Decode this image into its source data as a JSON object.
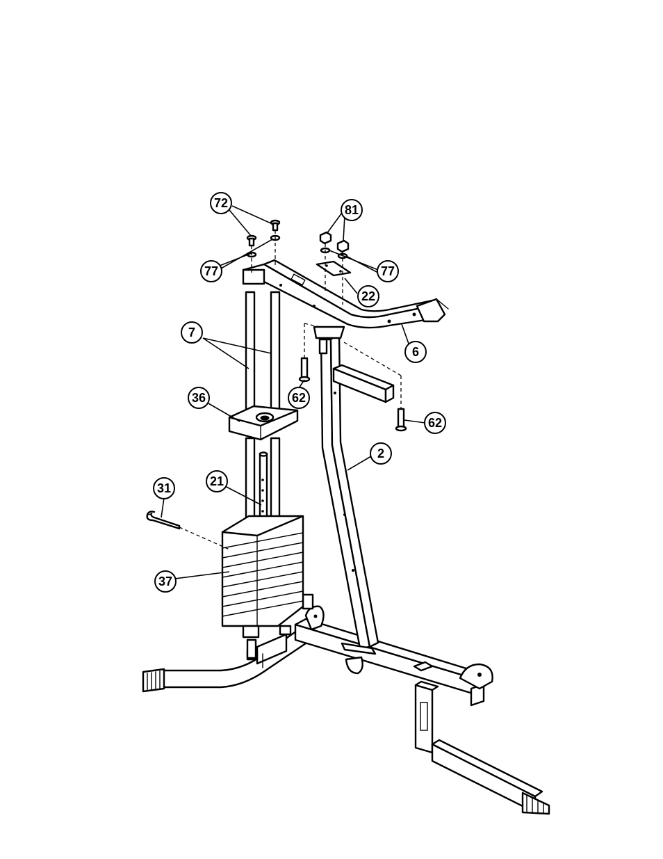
{
  "diagram": {
    "callouts": [
      {
        "id": "c72",
        "label": "72"
      },
      {
        "id": "c81",
        "label": "81"
      },
      {
        "id": "c77a",
        "label": "77"
      },
      {
        "id": "c77b",
        "label": "77"
      },
      {
        "id": "c22",
        "label": "22"
      },
      {
        "id": "c6",
        "label": "6"
      },
      {
        "id": "c7",
        "label": "7"
      },
      {
        "id": "c62a",
        "label": "62"
      },
      {
        "id": "c36",
        "label": "36"
      },
      {
        "id": "c62b",
        "label": "62"
      },
      {
        "id": "c2",
        "label": "2"
      },
      {
        "id": "c21",
        "label": "21"
      },
      {
        "id": "c31",
        "label": "31"
      },
      {
        "id": "c37",
        "label": "37"
      }
    ]
  }
}
